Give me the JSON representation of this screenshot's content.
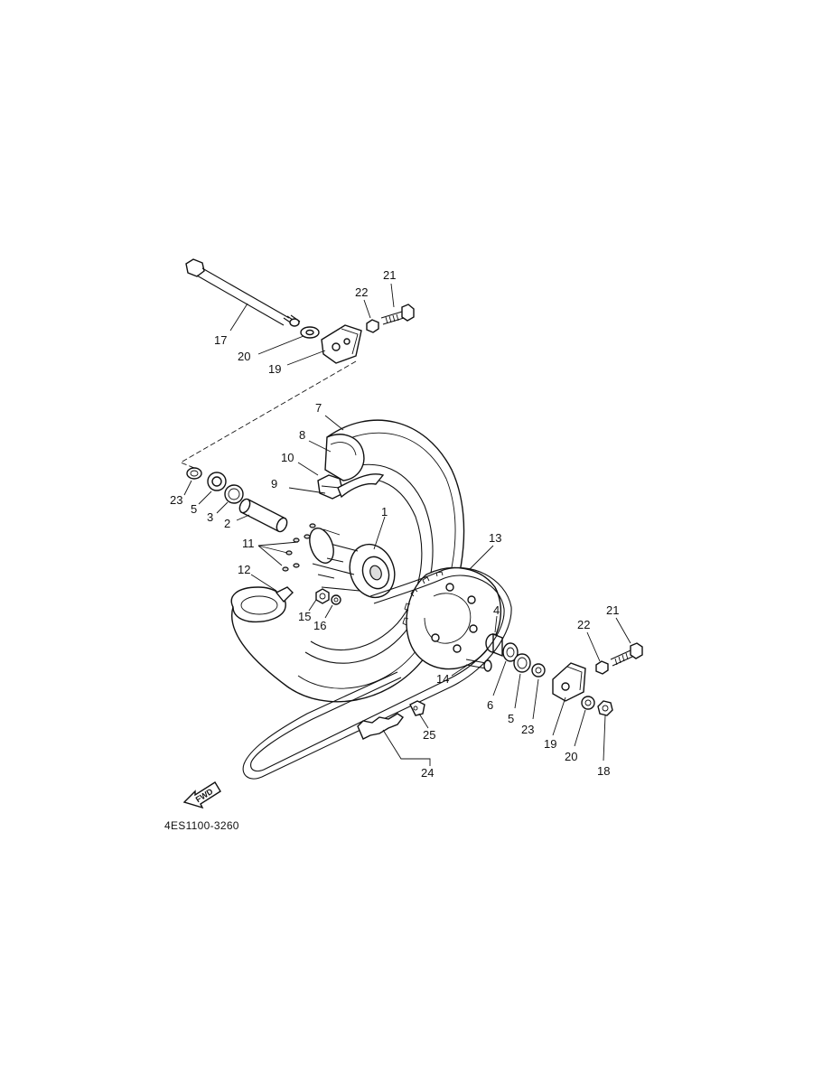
{
  "diagram": {
    "code": "4ES1100-3260",
    "fwd_label": "FWD",
    "labels": {
      "p1": "1",
      "p2": "2",
      "p3": "3",
      "p4": "4",
      "p5a": "5",
      "p5b": "5",
      "p6": "6",
      "p7": "7",
      "p8": "8",
      "p9": "9",
      "p10": "10",
      "p11": "11",
      "p12": "12",
      "p13": "13",
      "p14": "14",
      "p15": "15",
      "p16": "16",
      "p17": "17",
      "p18": "18",
      "p19a": "19",
      "p19b": "19",
      "p20a": "20",
      "p20b": "20",
      "p21a": "21",
      "p21b": "21",
      "p22a": "22",
      "p22b": "22",
      "p23a": "23",
      "p23b": "23",
      "p24": "24",
      "p25": "25"
    }
  }
}
